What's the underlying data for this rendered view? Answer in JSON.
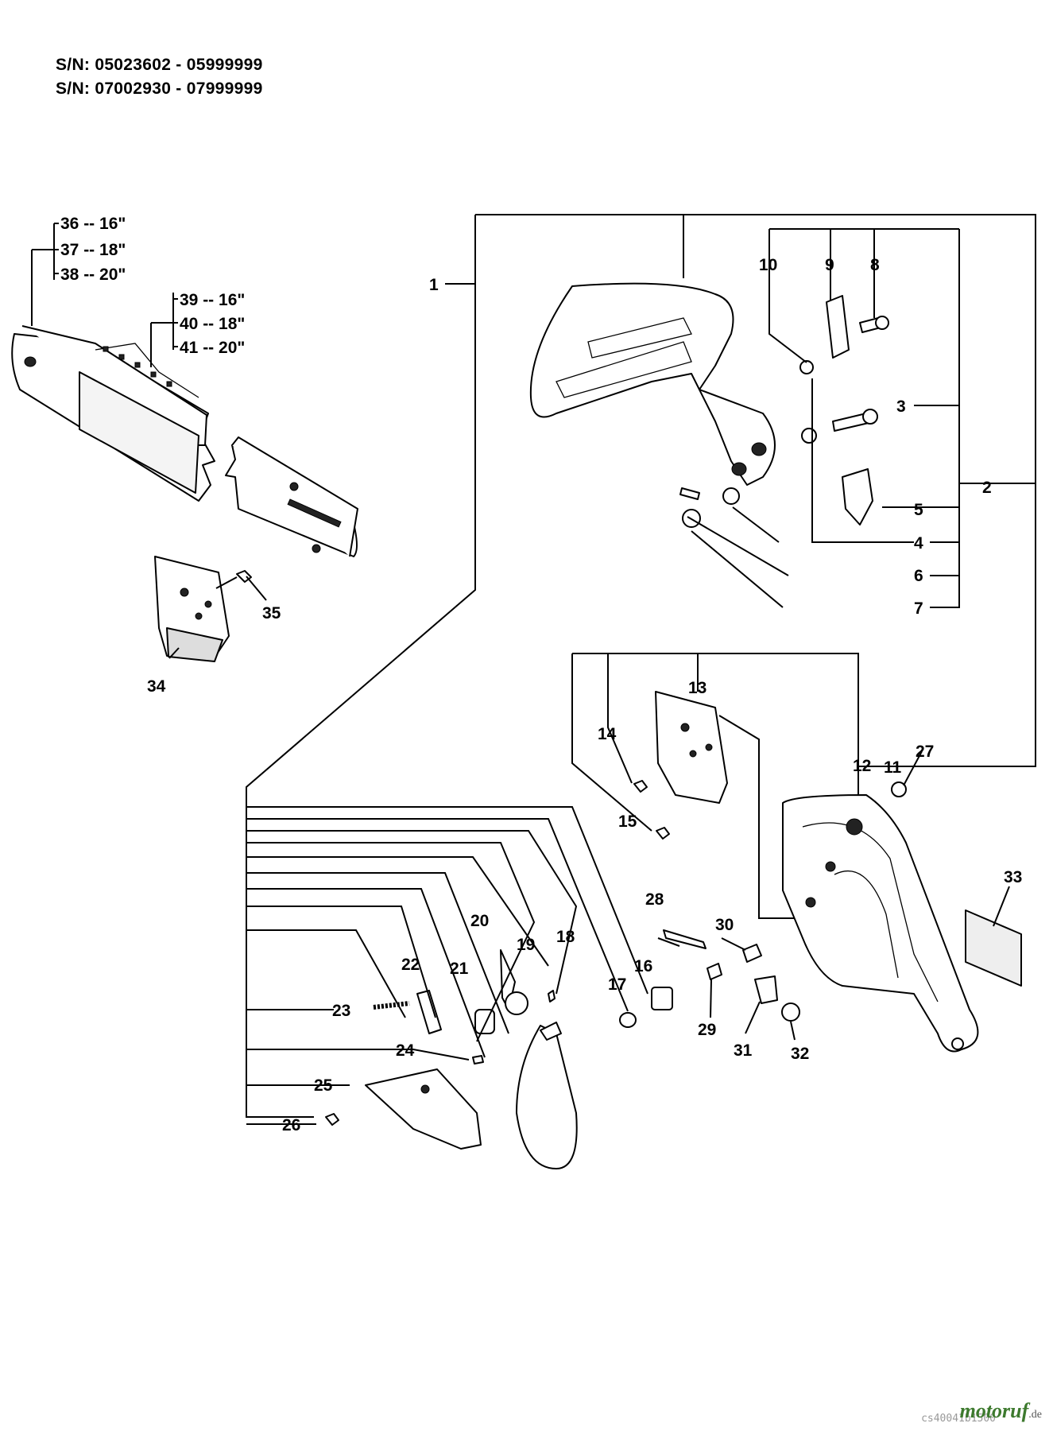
{
  "serials": [
    "S/N: 05023602 - 05999999",
    "S/N: 07002930 - 07999999"
  ],
  "bar_sizes": [
    "36 -- 16\"",
    "37 -- 18\"",
    "38 -- 20\""
  ],
  "chain_sizes": [
    "39 -- 16\"",
    "40 -- 18\"",
    "41 -- 20\""
  ],
  "callouts": {
    "c1": "1",
    "c2": "2",
    "c3": "3",
    "c4": "4",
    "c5": "5",
    "c6": "6",
    "c7": "7",
    "c8": "8",
    "c9": "9",
    "c10": "10",
    "c11": "11",
    "c12": "12",
    "c13": "13",
    "c14": "14",
    "c15": "15",
    "c16": "16",
    "c17": "17",
    "c18": "18",
    "c19": "19",
    "c20": "20",
    "c21": "21",
    "c22": "22",
    "c23": "23",
    "c24": "24",
    "c25": "25",
    "c26": "26",
    "c27": "27",
    "c28": "28",
    "c29": "29",
    "c30": "30",
    "c31": "31",
    "c32": "32",
    "c33": "33",
    "c34": "34",
    "c35": "35"
  },
  "logo": {
    "brand": "motoruf",
    "tld": ".de"
  },
  "image_code": "cs40041b1500"
}
